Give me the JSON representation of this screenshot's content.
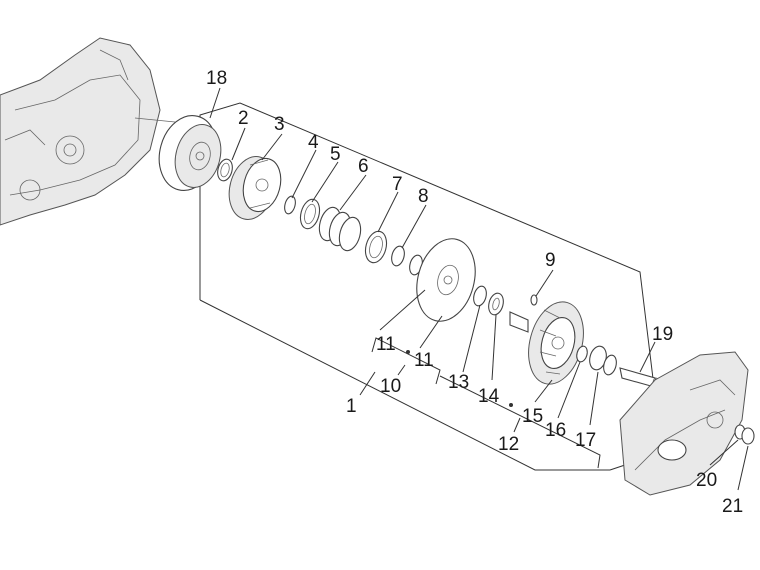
{
  "diagram": {
    "callouts": [
      {
        "id": "c1",
        "text": "1"
      },
      {
        "id": "c2",
        "text": "2"
      },
      {
        "id": "c3",
        "text": "3"
      },
      {
        "id": "c4",
        "text": "4"
      },
      {
        "id": "c5",
        "text": "5"
      },
      {
        "id": "c6",
        "text": "6"
      },
      {
        "id": "c7",
        "text": "7"
      },
      {
        "id": "c8",
        "text": "8"
      },
      {
        "id": "c9",
        "text": "9"
      },
      {
        "id": "c10",
        "text": "10"
      },
      {
        "id": "c11a",
        "text": "11"
      },
      {
        "id": "c11b",
        "text": "11"
      },
      {
        "id": "c12",
        "text": "12"
      },
      {
        "id": "c13",
        "text": "13"
      },
      {
        "id": "c14",
        "text": "14"
      },
      {
        "id": "c15",
        "text": "15"
      },
      {
        "id": "c16",
        "text": "16"
      },
      {
        "id": "c17",
        "text": "17"
      },
      {
        "id": "c18",
        "text": "18"
      },
      {
        "id": "c19",
        "text": "19"
      },
      {
        "id": "c20",
        "text": "20"
      },
      {
        "id": "c21",
        "text": "21"
      }
    ]
  }
}
